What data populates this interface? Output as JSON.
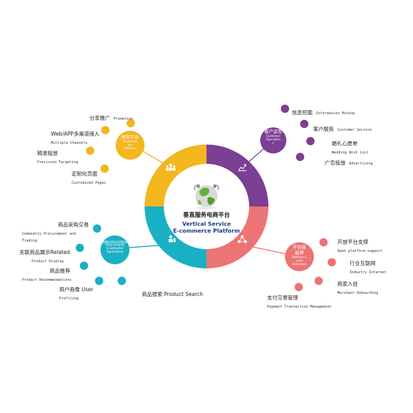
{
  "colors": {
    "presentation": "#f3b61f",
    "customer": "#7b3f93",
    "platform": "#ec7474",
    "data": "#1ab0c3",
    "ring_hole": "#ffffff"
  },
  "center": {
    "title": "垂直服务电商平台",
    "subtitle_line1": "Vertical Service",
    "subtitle_line2": "E-commerce Platform"
  },
  "nodes": {
    "presentation": {
      "cn": "展现平台",
      "en1": "Presentat",
      "en2": "ion",
      "en3": "Platform"
    },
    "customer": {
      "cn": "客户运营",
      "en1": "Customer",
      "en2": "Operation",
      "en3": "s"
    },
    "platform": {
      "cn": "平台级",
      "cn2": "延伸",
      "en1": "Platform-L",
      "en2": "evel",
      "en3": "Extension"
    },
    "data": {
      "cn": "数据分析&应用延伸",
      "en1": "Data Analysis",
      "en2": "& Extended",
      "en3": "Applications"
    }
  },
  "presentation_items": [
    {
      "cn": "分享推广",
      "en": "Promotion"
    },
    {
      "cn": "Web/APP多渠道接入",
      "en": "Multiple Channels"
    },
    {
      "cn": "精准投放",
      "en": "Precision Targeting"
    },
    {
      "cn": "定制化页面",
      "en": "Customized Pages"
    }
  ],
  "customer_items": [
    {
      "cn": "信息挖掘",
      "en": "Information Mining"
    },
    {
      "cn": "客户服务",
      "en": "Customer Service"
    },
    {
      "cn": "婚礼心愿单",
      "en": "Wedding Wish List"
    },
    {
      "cn": "广告投放",
      "en": "Advertising"
    }
  ],
  "platform_items": [
    {
      "cn": "开放平台支撑",
      "en": "Open platform support"
    },
    {
      "cn": "行业互联网",
      "en": "Industry Internet"
    },
    {
      "cn": "商家入驻",
      "en": "Merchant Onboarding"
    },
    {
      "cn": "支付交易管理",
      "en": "Payment Transaction Management"
    }
  ],
  "data_items": [
    {
      "cn": "商品采购交易",
      "en1": "Commodity Procurement and",
      "en2": "Trading"
    },
    {
      "cn": "关联商品展示Related",
      "en1": "Product Display"
    },
    {
      "cn": "商品推荐",
      "en1": "Product Recommendations"
    },
    {
      "cn": "用户画像 User",
      "en1": "Profiling"
    },
    {
      "cn": "商品搜索 Product Search"
    }
  ]
}
